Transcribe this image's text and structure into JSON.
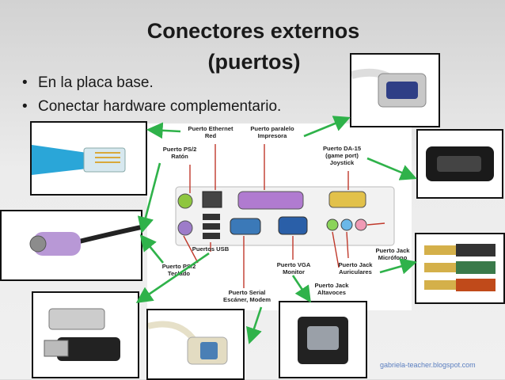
{
  "slide": {
    "title_line1": "Conectores externos",
    "title_line2": "(puertos)",
    "bullets": [
      "En la placa base.",
      "Conectar hardware complementario."
    ],
    "credit": "gabriela-teacher.blogspot.com"
  },
  "labels": {
    "ethernet": "Puerto Ethernet\nRed",
    "parallel": "Puerto paralelo\nImpresora",
    "ps2_mouse": "Puerto PS/2\nRatón",
    "da15": "Puerto DA-15\n(game port)\nJoystick",
    "ps2_keyboard": "Puerto PS/2\nTeclado",
    "usb": "Puertos USB",
    "serial": "Puerto Serial\nEscáner, Modem",
    "vga": "Puerto VGA\nMonitor",
    "headphones": "Puerto Jack\nAuriculares",
    "mic": "Puerto Jack\nMicrófono",
    "speakers": "Puerto Jack\nAltavoces"
  },
  "colors": {
    "arrow": "#2fb24a",
    "pointer": "#c0392b"
  },
  "icons": [
    "rj45-connector-icon",
    "ps2-connector-icon",
    "usb-connector-icon",
    "serial-connector-icon",
    "vga-connector-icon",
    "db25-connector-icon",
    "da15-connector-icon",
    "audio-jack-connector-icon"
  ]
}
